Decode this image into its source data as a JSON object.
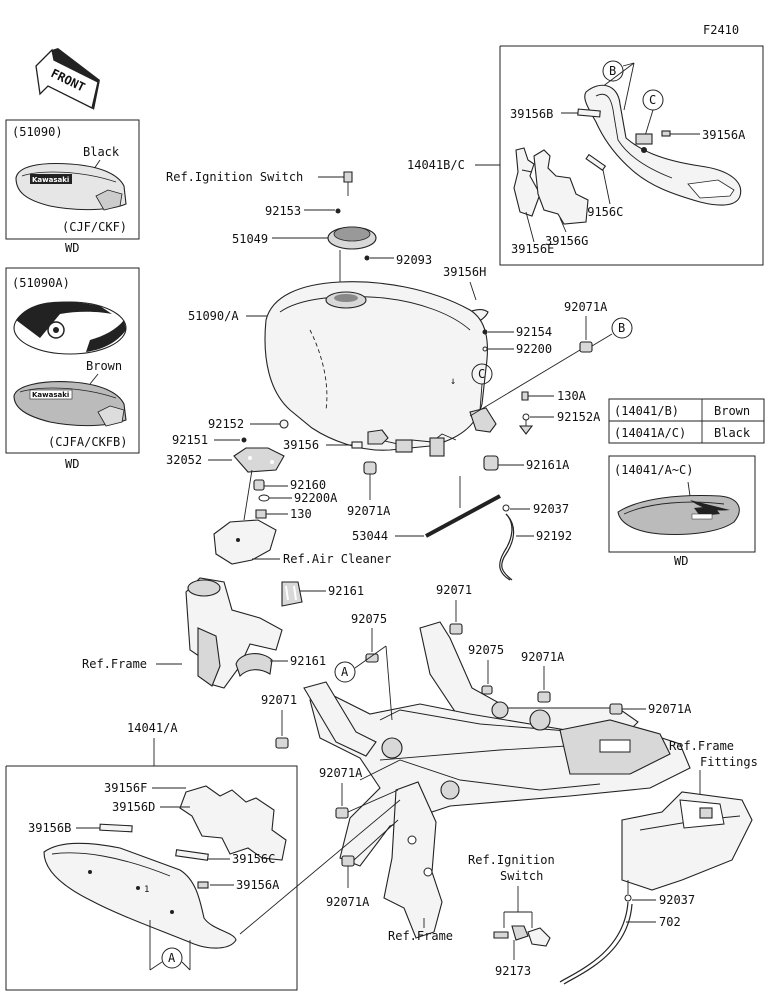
{
  "figure_code": "F2410",
  "front_label": "FRONT",
  "insets": {
    "black_tank": {
      "code": "(51090)",
      "color": "Black",
      "variant": "(CJF/CKF)",
      "region": "WD"
    },
    "brown_tank": {
      "code": "(51090A)",
      "color": "Brown",
      "variant": "(CJFA/CKFB)",
      "region": "WD"
    },
    "cover_inset": {
      "code": "(14041/A~C)",
      "region": "WD"
    },
    "logo_text": "Kawasaki"
  },
  "color_table": {
    "rows": [
      {
        "part": "(14041/B)",
        "color": "Brown"
      },
      {
        "part": "(14041A/C)",
        "color": "Black"
      }
    ]
  },
  "callouts": {
    "A": "A",
    "B": "B",
    "C": "C"
  },
  "labels": {
    "ref_ignition_top": "Ref.Ignition Switch",
    "p92153": "92153",
    "p51049": "51049",
    "p92093": "92093",
    "p14041bc": "14041B/C",
    "p39156b_top": "39156B",
    "p39156a_top": "39156A",
    "p39156c_top": "39156C",
    "p39156e": "39156E",
    "p39156g": "39156G",
    "p39156h": "39156H",
    "p51090a": "51090/A",
    "p92154": "92154",
    "p92200": "92200",
    "p92071a_top": "92071A",
    "p130a": "130A",
    "p92152a": "92152A",
    "p92152": "92152",
    "p92151": "92151",
    "p32052": "32052",
    "p39156": "39156",
    "p92161a": "92161A",
    "p92160": "92160",
    "p92200a": "92200A",
    "p130": "130",
    "p92071a_mid": "92071A",
    "p92037_mid": "92037",
    "p53044": "53044",
    "p92192": "92192",
    "ref_air_cleaner": "Ref.Air Cleaner",
    "p92161_a": "92161",
    "p92161_b": "92161",
    "ref_frame_left": "Ref.Frame",
    "p92075_a": "92075",
    "p92071_a": "92071",
    "p92075_b": "92075",
    "p92071a_right": "92071A",
    "p92071a_far": "92071A",
    "p92071_left": "92071",
    "p14041a": "14041/A",
    "p39156f": "39156F",
    "p39156d": "39156D",
    "p39156b_bot": "39156B",
    "p39156c_bot": "39156C",
    "p39156a_bot": "39156A",
    "p92071a_low": "92071A",
    "p92071a_bottom": "92071A",
    "ref_frame_fittings_1": "Ref.Frame",
    "ref_frame_fittings_2": "Fittings",
    "ref_ignition_bot_1": "Ref.Ignition",
    "ref_ignition_bot_2": "Switch",
    "ref_frame_bottom": "Ref.Frame",
    "p92173": "92173",
    "p92037_bot": "92037",
    "p702": "702"
  }
}
